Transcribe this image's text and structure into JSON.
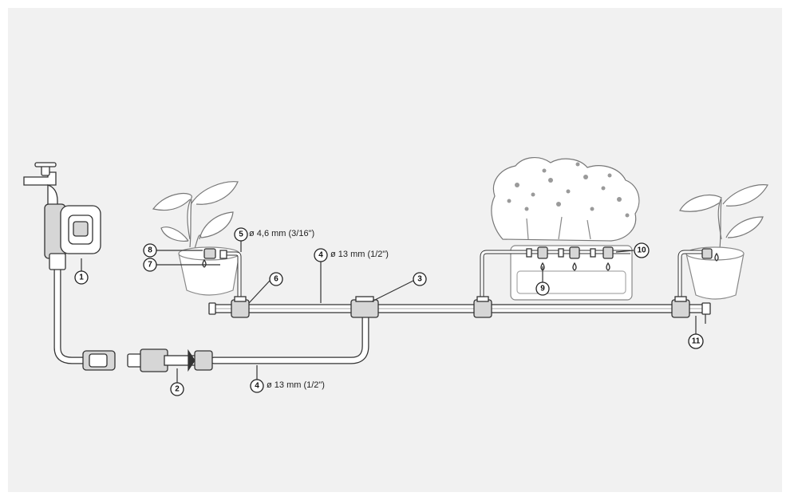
{
  "callouts": [
    {
      "num": "1"
    },
    {
      "num": "2"
    },
    {
      "num": "3"
    },
    {
      "num": "4"
    },
    {
      "num": "4"
    },
    {
      "num": "5"
    },
    {
      "num": "6"
    },
    {
      "num": "7"
    },
    {
      "num": "8"
    },
    {
      "num": "9"
    },
    {
      "num": "10"
    },
    {
      "num": "11"
    }
  ],
  "labels": {
    "pipe_main": "ø 13 mm (1/2\")",
    "pipe_supply": "ø 13 mm (1/2\")",
    "pipe_micro": "ø 4,6 mm (3/16\")"
  }
}
